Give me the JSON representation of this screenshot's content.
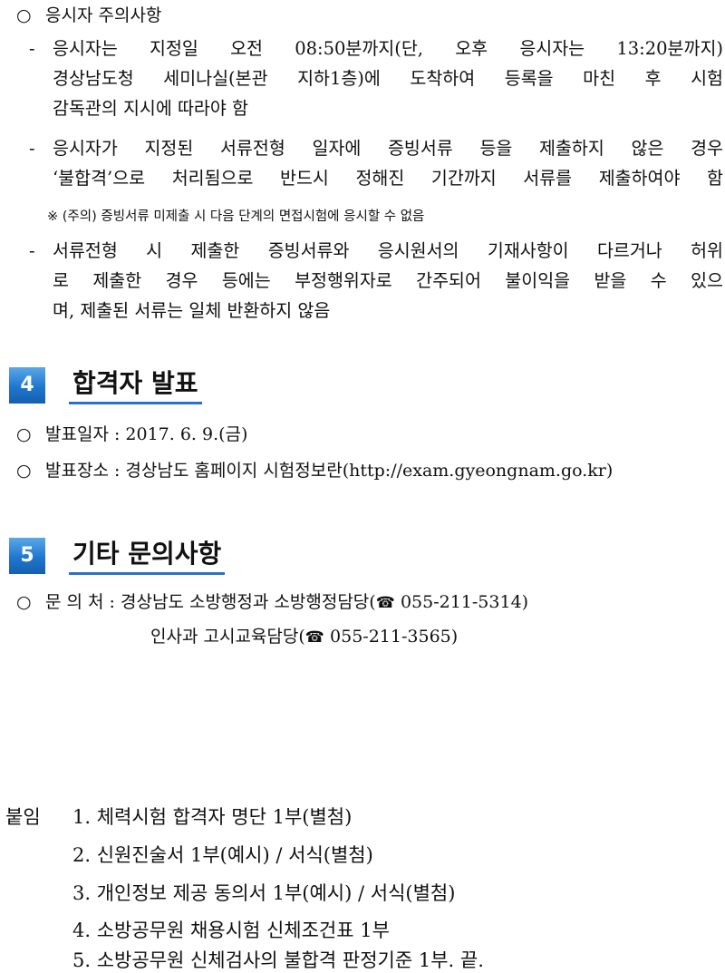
{
  "notes_section": {
    "heading": "응시자 주의사항",
    "bullet1": [
      "응시자는 지정일 오전 08:50분까지(단, 오후 응시자는 13:20분까지)",
      "경상남도청 세미나실(본관 지하1층)에 도착하여 등록을 마친 후 시험",
      "감독관의 지시에 따라야 함"
    ],
    "bullet2": [
      "응시자가 지정된 서류전형 일자에 증빙서류 등을 제출하지 않은 경우",
      "‘불합격’으로 처리됨으로 반드시 정해진 기간까지 서류를 제출하여야 함"
    ],
    "note": "※ (주의) 증빙서류 미제출 시 다음 단계의 면접시험에 응시할 수 없음",
    "bullet3": [
      "서류전형 시 제출한 증빙서류와 응시원서의 기재사항이 다르거나 허위",
      "로 제출한 경우 등에는 부정행위자로 간주되어 불이익을 받을 수 있으",
      "며, 제출된 서류는 일체 반환하지 않음"
    ]
  },
  "section4": {
    "number": "4",
    "title": "합격자 발표",
    "date_line": "발표일자 : 2017. 6. 9.(금)",
    "place_line": "발표장소 : 경상남도 홈페이지 시험정보란(http://exam.gyeongnam.go.kr)"
  },
  "section5": {
    "number": "5",
    "title": "기타 문의사항",
    "contact_label": "문 의 처 : 경상남도 소방행정과 소방행정담당(",
    "phone1": "055-211-5314)",
    "contact2_label": "인사과 고시교육담당(",
    "phone2": "055-211-3565)"
  },
  "attachments": {
    "label": "붙임",
    "items": [
      "1. 체력시험 합격자 명단 1부(별첨)",
      "2. 신원진술서 1부(예시) / 서식(별첨)",
      "3. 개인정보 제공 동의서 1부(예시) / 서식(별첨)",
      "4. 소방공무원 채용시험 신체조건표 1부",
      "5. 소방공무원 신체검사의 불합격 판정기준 1부.  끝."
    ]
  },
  "symbols": {
    "circle": "○",
    "dash": "-",
    "phone_icon": "☎"
  }
}
